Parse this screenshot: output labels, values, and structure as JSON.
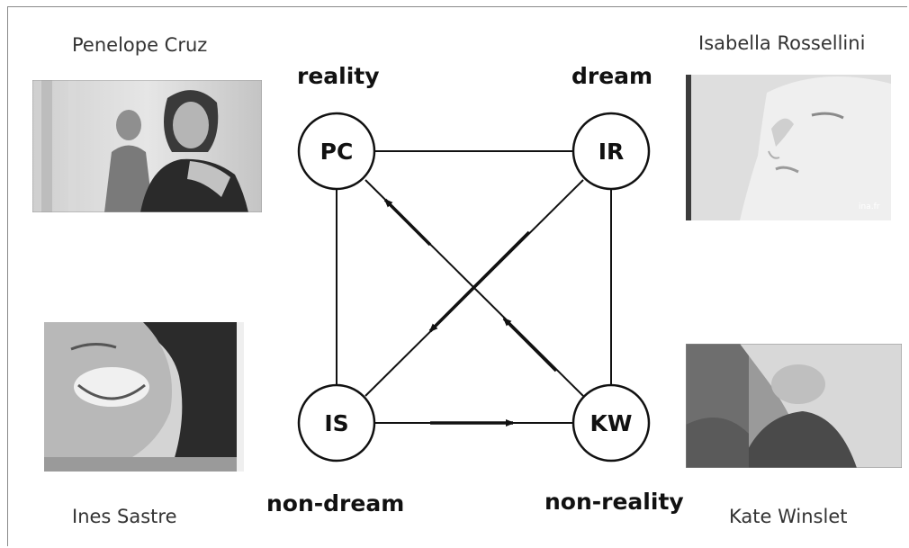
{
  "people": {
    "top_left": "Penelope Cruz",
    "top_right": "Isabella Rossellini",
    "bottom_left": "Ines Sastre",
    "bottom_right": "Kate Winslet"
  },
  "terms": {
    "reality": "reality",
    "dream": "dream",
    "non_dream": "non-dream",
    "non_reality": "non-reality"
  },
  "nodes": {
    "pc": "PC",
    "ir": "IR",
    "is": "IS",
    "kw": "KW"
  },
  "watermark": "ina.fr"
}
